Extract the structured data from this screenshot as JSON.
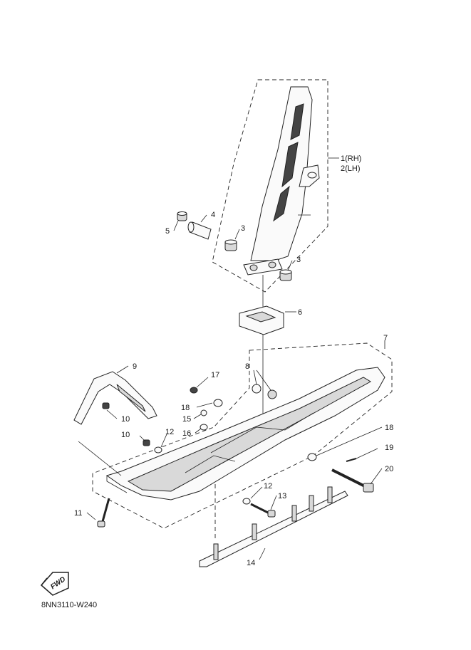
{
  "diagram_code": "8NN3110-W240",
  "fwd_badge": "FWD",
  "callouts": {
    "p1": "1(RH)",
    "p2": "2(LH)",
    "p3a": "3",
    "p3b": "3",
    "p4": "4",
    "p5": "5",
    "p6": "6",
    "p7": "7",
    "p8": "8",
    "p9": "9",
    "p10a": "10",
    "p10b": "10",
    "p11": "11",
    "p12a": "12",
    "p12b": "12",
    "p13": "13",
    "p14": "14",
    "p15": "15",
    "p16": "16",
    "p17": "17",
    "p18a": "18",
    "p18b": "18",
    "p19": "19",
    "p20": "20"
  }
}
